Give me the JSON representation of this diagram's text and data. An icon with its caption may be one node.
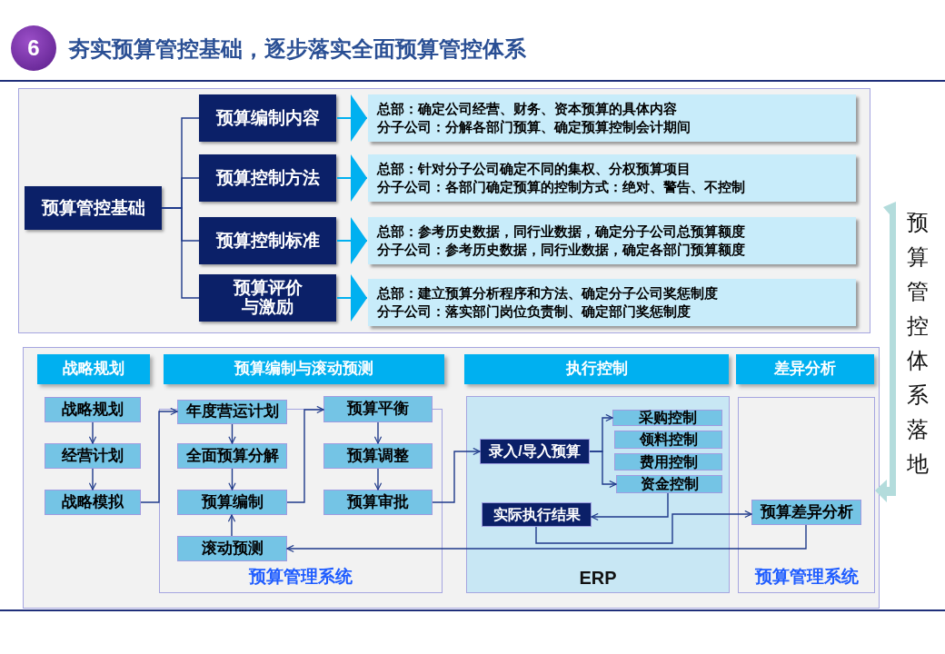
{
  "diagram": {
    "title": "夯实预算管控基础，逐步落实全面预算管控体系",
    "nodes": [
      {
        "text": [
          "预算管控基础"
        ]
      },
      {
        "text": [
          "预算编制内容"
        ]
      },
      {
        "text": [
          "总部：确定公司经营、财务、资本预算的具体内容",
          "分子公司：分解各部门预算、确定预算控制会计期间"
        ]
      },
      {
        "text": [
          "预算控制方法"
        ]
      },
      {
        "text": [
          "总部：针对分子公司确定不同的集权、分权预算项目",
          "分子公司：各部门确定预算的控制方式：绝对、警告、不控制"
        ]
      },
      {
        "text": [
          "预算控制标准"
        ]
      },
      {
        "text": [
          "总部：参考历史数据，同行业数据，确定分子公司总预算额度",
          "分子公司：参考历史数据，同行业数据，确定各部门预算额度"
        ]
      },
      {
        "text": [
          "预算评价与激励"
        ]
      },
      {
        "text": [
          "总部：建立预算分析程序和方法、确定分子公司奖惩制度",
          "分子公司：落实部门岗位负责制、确定部门奖惩制度"
        ]
      },
      {
        "text": [
          "战略规划"
        ]
      },
      {
        "text": [
          "预算编制与滚动预测"
        ]
      },
      {
        "text": [
          "执行控制"
        ]
      },
      {
        "text": [
          "差异分析"
        ]
      },
      {
        "text": [
          "战略规划"
        ]
      },
      {
        "text": [
          "经营计划"
        ]
      },
      {
        "text": [
          "战略模拟"
        ]
      },
      {
        "text": [
          "预算管理系统"
        ]
      },
      {
        "text": [
          "年度营运计划"
        ]
      },
      {
        "text": [
          "全面预算分解"
        ],
        "in": 16
      },
      {
        "text": [
          "预算编制"
        ],
        "in": 16
      },
      {
        "text": [
          "滚动预测"
        ],
        "in": 16
      },
      {
        "text": [
          "预算平衡"
        ]
      },
      {
        "text": [
          "预算调整"
        ],
        "in": 16
      },
      {
        "text": [
          "预算审批"
        ],
        "in": 16
      },
      {
        "text": [
          "ERP"
        ]
      },
      {
        "text": [
          "录入/导入预算"
        ],
        "in": 24
      },
      {
        "text": [
          "采购控制"
        ],
        "in": 24
      },
      {
        "text": [
          "领料控制"
        ],
        "in": 24
      },
      {
        "text": [
          "费用控制"
        ],
        "in": 24
      },
      {
        "text": [
          "资金控制"
        ],
        "in": 24
      },
      {
        "text": [
          "实际执行结果"
        ],
        "in": 24
      },
      {
        "text": [
          "预算管理系统"
        ]
      },
      {
        "text": [
          "预算差异分析"
        ],
        "in": 31
      }
    ],
    "edges": [
      {
        "from": 0,
        "to": 1,
        "arrow": "none"
      },
      {
        "from": 0,
        "to": 3,
        "arrow": "none"
      },
      {
        "from": 0,
        "to": 5,
        "arrow": "none"
      },
      {
        "from": 0,
        "to": 7,
        "arrow": "none"
      },
      {
        "from": 1,
        "to": 2,
        "arrow": "to",
        "color": "#00b0f0"
      },
      {
        "from": 3,
        "to": 4,
        "arrow": "to",
        "color": "#00b0f0"
      },
      {
        "from": 5,
        "to": 6,
        "arrow": "to",
        "color": "#00b0f0"
      },
      {
        "from": 7,
        "to": 8,
        "arrow": "to",
        "color": "#00b0f0"
      },
      {
        "from": 13,
        "to": 14,
        "arrow": "to"
      },
      {
        "from": 14,
        "to": 15,
        "arrow": "to"
      },
      {
        "from": 15,
        "to": 17,
        "arrow": "to"
      },
      {
        "from": 17,
        "to": 18,
        "arrow": "to"
      },
      {
        "from": 18,
        "to": 19,
        "arrow": "to"
      },
      {
        "from": 20,
        "to": 19,
        "arrow": "to"
      },
      {
        "from": 19,
        "to": 21,
        "arrow": "to"
      },
      {
        "from": 21,
        "to": 22,
        "arrow": "to"
      },
      {
        "from": 22,
        "to": 23,
        "arrow": "to"
      },
      {
        "from": 23,
        "to": 25,
        "arrow": "to"
      },
      {
        "from": 25,
        "to": 26,
        "arrow": "to"
      },
      {
        "from": 25,
        "to": 29,
        "arrow": "to"
      },
      {
        "from": 29,
        "to": 30,
        "arrow": "to"
      },
      {
        "from": 30,
        "to": 32,
        "arrow": "to"
      },
      {
        "from": 32,
        "to": 20,
        "arrow": "to"
      }
    ],
    "labels": [
      "6",
      "预算管控体系落地"
    ]
  }
}
